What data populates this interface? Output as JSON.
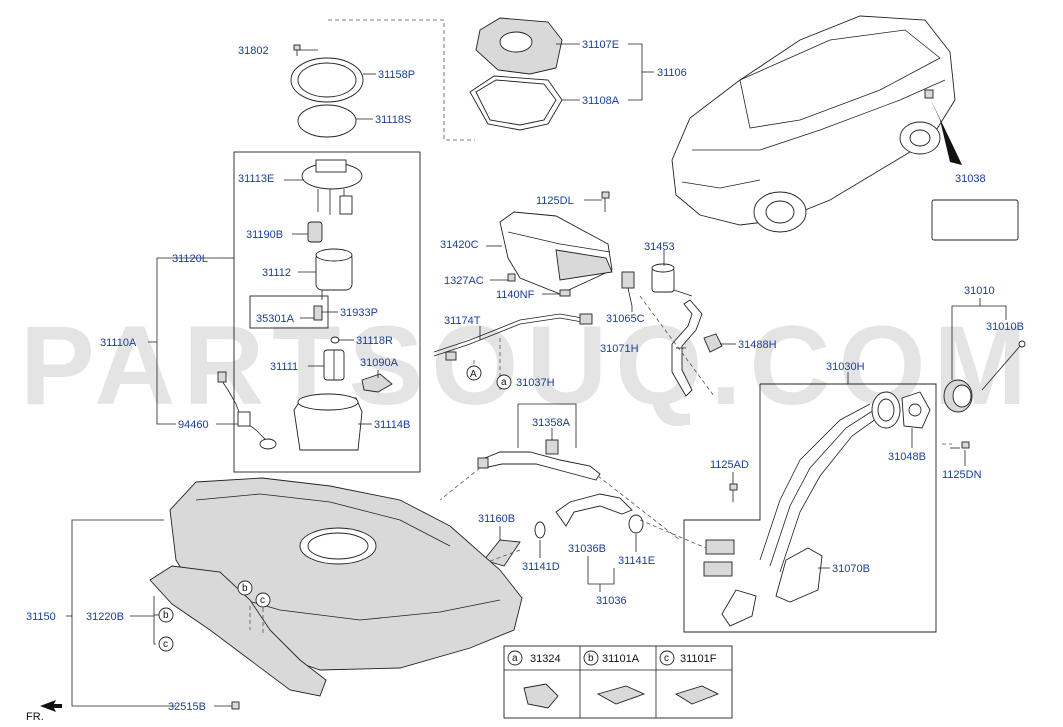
{
  "watermark": "PARTSOUQ.COM",
  "orientation": "FR.",
  "labels": {
    "l31802": "31802",
    "l31158P": "31158P",
    "l31118S": "31118S",
    "l31107E": "31107E",
    "l31106": "31106",
    "l31108A": "31108A",
    "l31038": "31038",
    "l31113E": "31113E",
    "l31190B": "31190B",
    "l31120L": "31120L",
    "l31112": "31112",
    "l35301A": "35301A",
    "l31933P": "31933P",
    "l31110A": "31110A",
    "l31118R": "31118R",
    "l31111": "31111",
    "l31090A": "31090A",
    "l94460": "94460",
    "l31114B": "31114B",
    "l1125DL": "1125DL",
    "l31420C": "31420C",
    "l31453": "31453",
    "l1327AC": "1327AC",
    "l1140NF": "1140NF",
    "l31065C": "31065C",
    "l31174T": "31174T",
    "l31071H": "31071H",
    "l31488H": "31488H",
    "l31037H": "31037H",
    "l31358A": "31358A",
    "l31030H": "31030H",
    "l31010": "31010",
    "l31010B": "31010B",
    "l31048B": "31048B",
    "l1125AD": "1125AD",
    "l1125DN": "1125DN",
    "l31160B": "31160B",
    "l31036B": "31036B",
    "l31141E": "31141E",
    "l31141D": "31141D",
    "l31036": "31036",
    "l31070B": "31070B",
    "l31150": "31150",
    "l31220B": "31220B",
    "l32515B": "32515B"
  },
  "callouts": {
    "A": "A",
    "a": "a",
    "b": "b",
    "c": "c"
  },
  "legend": {
    "a": {
      "letter": "a",
      "part": "31324"
    },
    "b": {
      "letter": "b",
      "part": "31101A"
    },
    "c": {
      "letter": "c",
      "part": "31101F"
    }
  }
}
